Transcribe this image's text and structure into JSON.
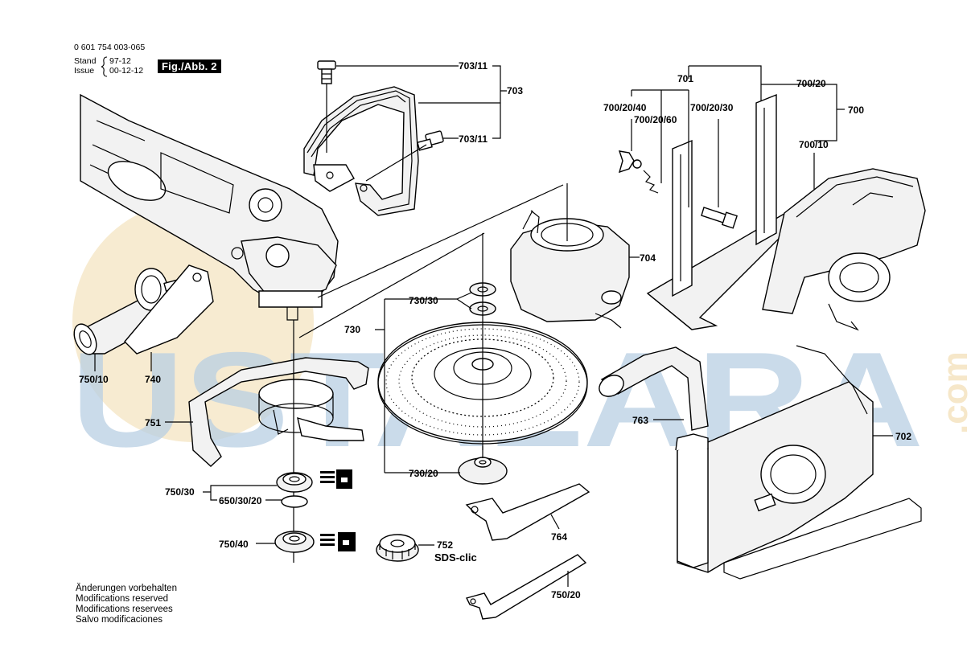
{
  "header": {
    "doc_number": "0 601 754 003-065",
    "stand_label": "Stand",
    "stand_date": "97-12",
    "issue_label": "Issue",
    "issue_date": "00-12-12",
    "figure_label": "Fig./Abb. 2"
  },
  "watermark": {
    "brand": "USTALARA",
    "domain": ".com",
    "color": "#b9cfe3",
    "logo_color": "#f6e7c9"
  },
  "parts": {
    "p703_11_top": "703/11",
    "p703_11_mid": "703/11",
    "p703": "703",
    "p701": "701",
    "p700_20": "700/20",
    "p700_20_40": "700/20/40",
    "p700_20_30": "700/20/30",
    "p700_20_60": "700/20/60",
    "p700": "700",
    "p700_10": "700/10",
    "p704": "704",
    "p730_30": "730/30",
    "p730": "730",
    "p730_20": "730/20",
    "p750_10": "750/10",
    "p740": "740",
    "p751": "751",
    "p763": "763",
    "p702": "702",
    "p750_30": "750/30",
    "p650_30_20": "650/30/20",
    "p764": "764",
    "p750_40": "750/40",
    "p752": "752",
    "sds_clic": "SDS-clic",
    "p750_20": "750/20"
  },
  "notes": [
    "Änderungen vorbehalten",
    "Modifications reserved",
    "Modifications reservees",
    "Salvo modificaciones"
  ]
}
